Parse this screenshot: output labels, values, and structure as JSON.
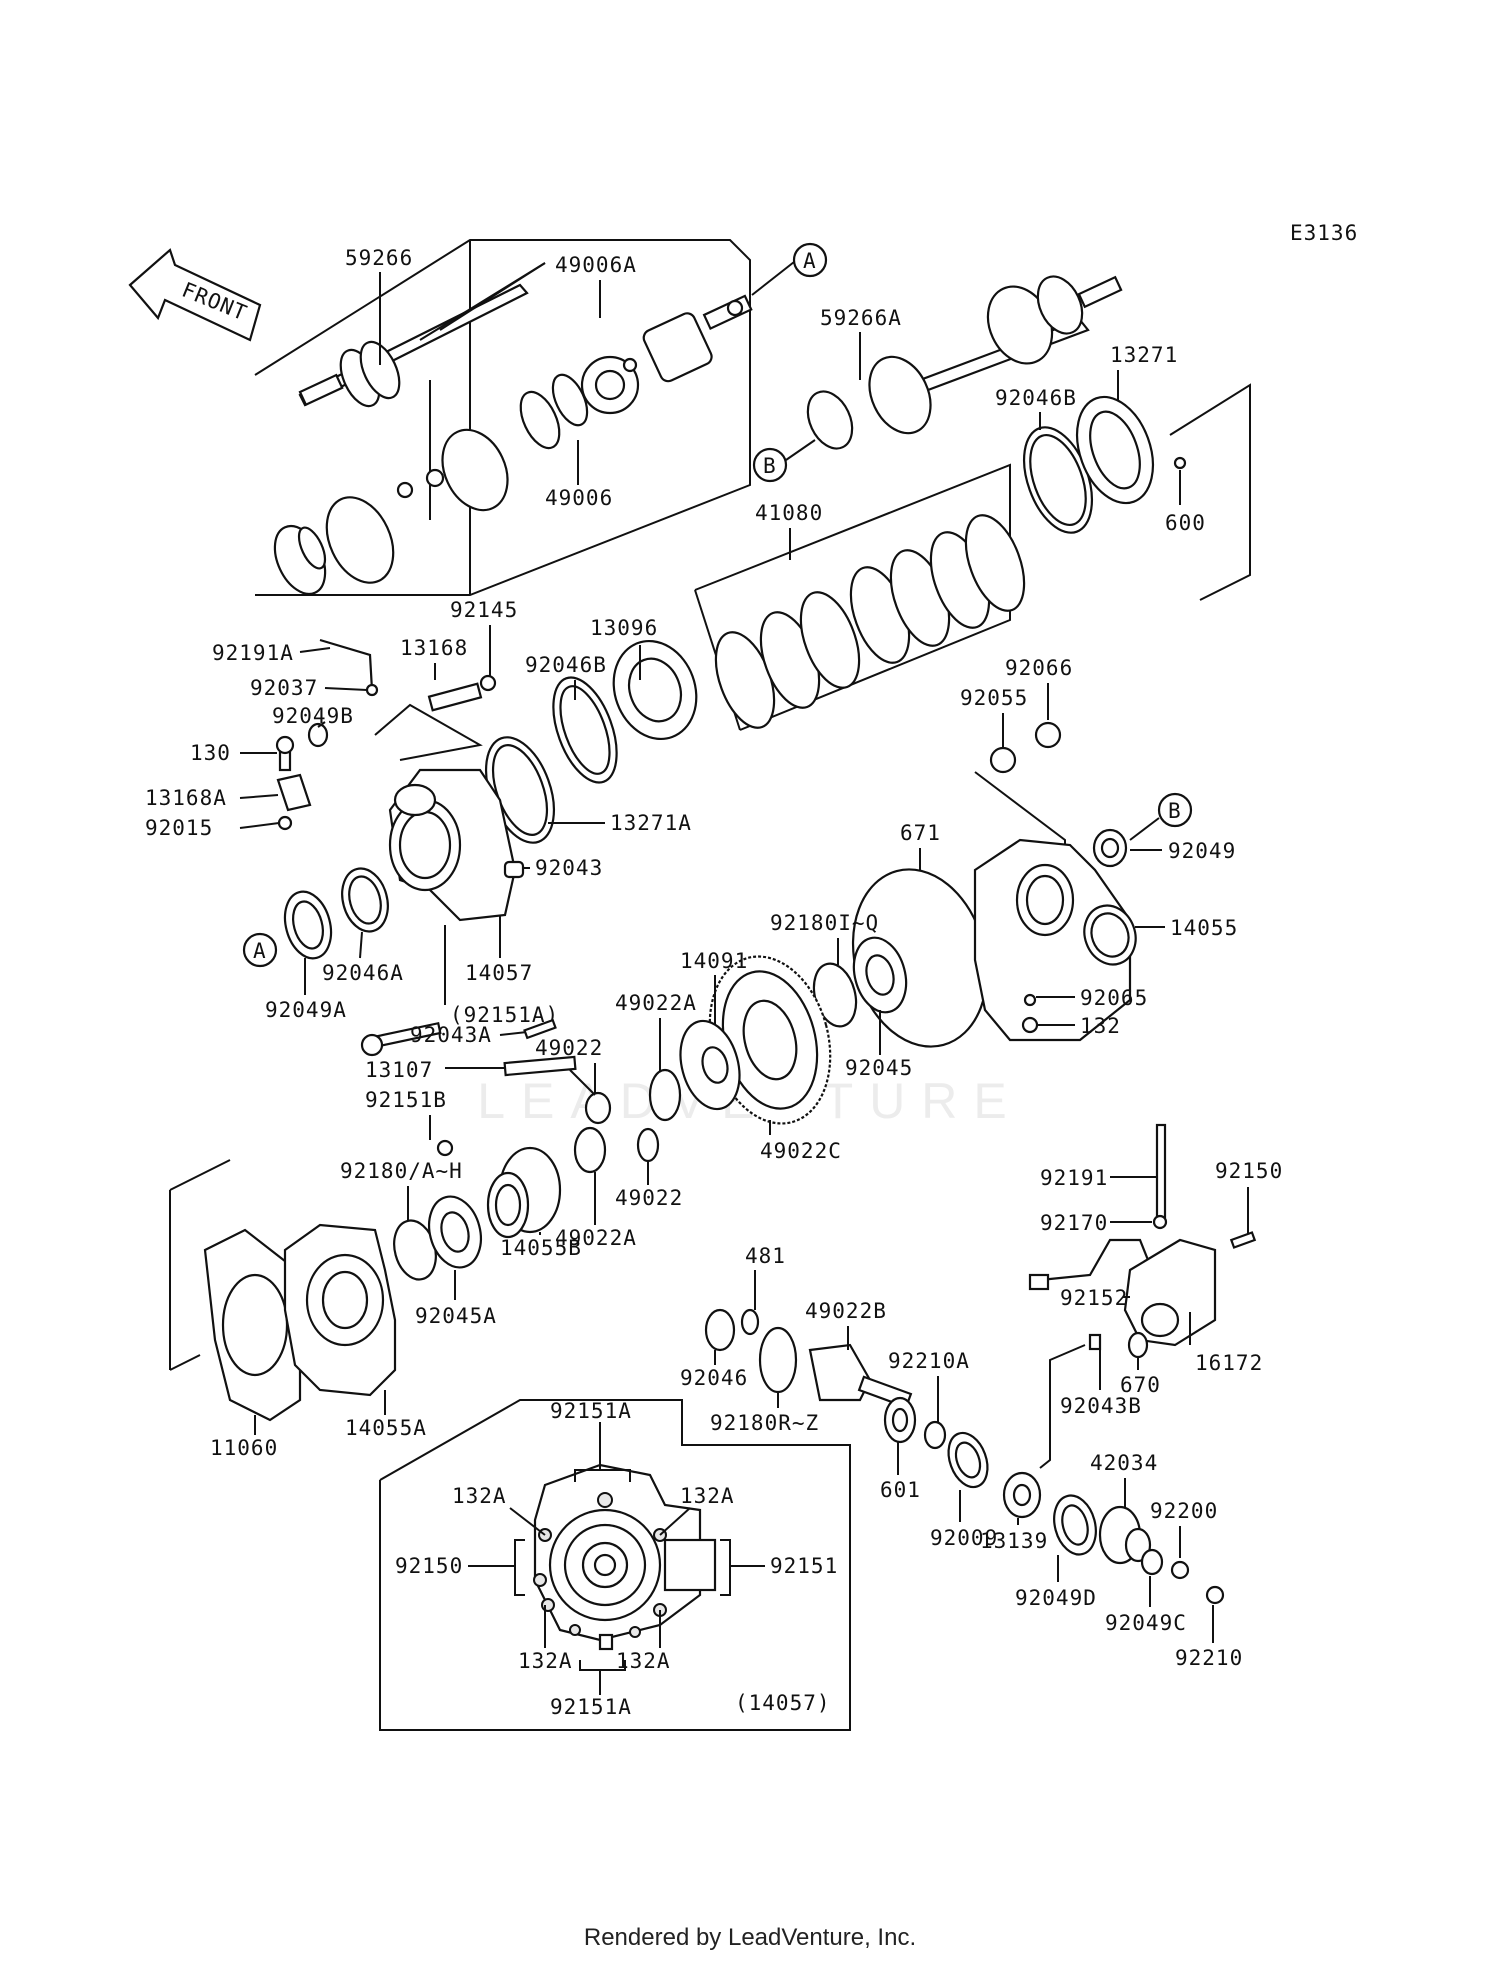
{
  "diagram_code": "E3136",
  "direction_label": "FRONT",
  "callouts": {
    "a": "A",
    "b": "B"
  },
  "parts": {
    "p59266": "59266",
    "p49006A": "49006A",
    "p49006": "49006",
    "p59266A": "59266A",
    "p13271": "13271",
    "p92046B_top": "92046B",
    "p600": "600",
    "p41080": "41080",
    "p92145": "92145",
    "p13096": "13096",
    "p92191A": "92191A",
    "p13168": "13168",
    "p92046B": "92046B",
    "p92037": "92037",
    "p92049B": "92049B",
    "p130": "130",
    "p13168A": "13168A",
    "p92015": "92015",
    "p13271A": "13271A",
    "p92043": "92043",
    "p92066": "92066",
    "p92055": "92055",
    "p92049": "92049",
    "p671": "671",
    "p14055": "14055",
    "p92046A": "92046A",
    "p14057": "14057",
    "p92049A": "92049A",
    "p92151A_paren": "(92151A)",
    "p92180IQ": "92180I~Q",
    "p14091": "14091",
    "p92065": "92065",
    "p132": "132",
    "p92043A": "92043A",
    "p49022_a": "49022",
    "p49022A_a": "49022A",
    "p13107": "13107",
    "p92045": "92045",
    "p92151B": "92151B",
    "p49022C": "49022C",
    "p49022_b": "49022",
    "p92180AH": "92180/A~H",
    "p49022A_b": "49022A",
    "p14055B": "14055B",
    "p92045A": "92045A",
    "p92191": "92191",
    "p92150_top": "92150",
    "p92170": "92170",
    "p481": "481",
    "p49022B": "49022B",
    "p92152": "92152",
    "p16172": "16172",
    "p670": "670",
    "p92046": "92046",
    "p92210A": "92210A",
    "p92043B": "92043B",
    "p92180RZ": "92180R~Z",
    "p11060": "11060",
    "p14055A": "14055A",
    "p601": "601",
    "p42034": "42034",
    "p92009": "92009",
    "p92200": "92200",
    "p13139": "13139",
    "p92049D": "92049D",
    "p92049C": "92049C",
    "p92210": "92210",
    "p92151A_t": "92151A",
    "p132A_tl": "132A",
    "p132A_tr": "132A",
    "p92150_in": "92150",
    "p92151_in": "92151",
    "p132A_bl": "132A",
    "p132A_br": "132A",
    "p92151A_b": "92151A",
    "p14057_paren": "(14057)"
  },
  "watermark": "LEADVENTURE",
  "footer": "Rendered by LeadVenture, Inc."
}
